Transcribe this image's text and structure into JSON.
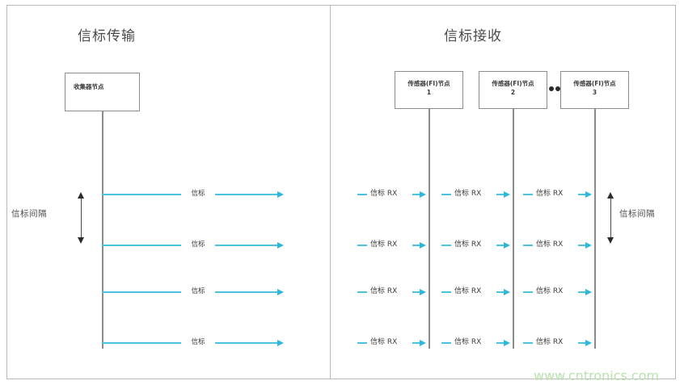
{
  "diagram": {
    "watermark": "www.cntronics.com",
    "accent_color": "#4cc3de",
    "arrow_color": "#2cb8d8",
    "border_color": "#b9b9b9",
    "box_border_color": "#8c8c8c",
    "text_color": "#3b3b3b",
    "watermark_color": "#b9e2ae"
  },
  "left_panel": {
    "title": "信标传输",
    "collector_node": {
      "label": "收集器节点"
    },
    "interval_label": "信标间隔",
    "beacon_rows": [
      {
        "label": "信标"
      },
      {
        "label": "信标"
      },
      {
        "label": "信标"
      },
      {
        "label": "信标"
      }
    ]
  },
  "right_panel": {
    "title": "信标接收",
    "interval_label": "信标间隔",
    "ellipsis": "••",
    "sensor_nodes": [
      {
        "name": "传感器(FI)节点",
        "index": "1"
      },
      {
        "name": "传感器(FI)节点",
        "index": "2"
      },
      {
        "name": "传感器(FI)节点",
        "index": "3"
      }
    ],
    "rx_rows": [
      {
        "cells": [
          {
            "label": "信标 RX"
          },
          {
            "label": "信标 RX"
          },
          {
            "label": "信标 RX"
          }
        ]
      },
      {
        "cells": [
          {
            "label": "信标 RX"
          },
          {
            "label": "信标 RX"
          },
          {
            "label": "信标 RX"
          }
        ]
      },
      {
        "cells": [
          {
            "label": "信标 RX"
          },
          {
            "label": "信标 RX"
          },
          {
            "label": "信标 RX"
          }
        ]
      },
      {
        "cells": [
          {
            "label": "信标 RX"
          },
          {
            "label": "信标 RX"
          },
          {
            "label": "信标 RX"
          }
        ]
      }
    ]
  }
}
